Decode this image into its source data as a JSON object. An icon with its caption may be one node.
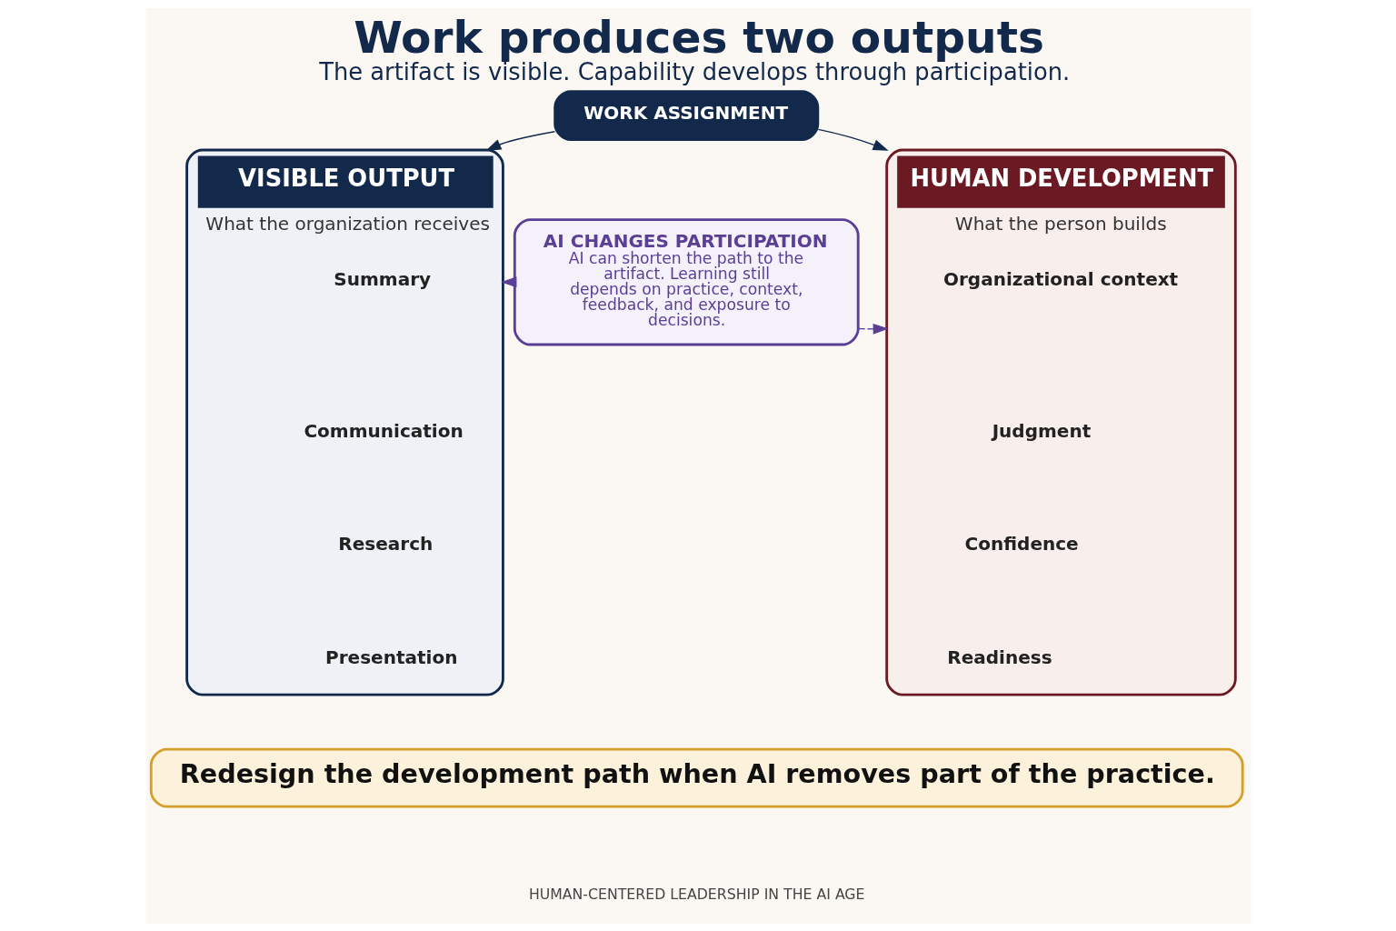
{
  "diagram": {
    "title": "Work produces two outputs",
    "caption": "The artifact is visible. Capability develops through participation.",
    "nodes": [
      {
        "text": [
          "WORK ASSIGNMENT"
        ]
      },
      {
        "text": [
          "VISIBLE OUTPUT",
          "What the organization receives"
        ]
      },
      {
        "text": [
          "Summary"
        ],
        "in": 1
      },
      {
        "text": [
          "Communication"
        ],
        "in": 1
      },
      {
        "text": [
          "Research"
        ],
        "in": 1
      },
      {
        "text": [
          "Presentation"
        ],
        "in": 1
      },
      {
        "text": [
          "AI CHANGES PARTICIPATION",
          "AI can shorten the path to the artifact. Learning still depends on practice, context, feedback, and exposure to decisions."
        ]
      },
      {
        "text": [
          "HUMAN DEVELOPMENT",
          "What the person builds"
        ]
      },
      {
        "text": [
          "Organizational context"
        ],
        "in": 7
      },
      {
        "text": [
          "Judgment"
        ],
        "in": 7
      },
      {
        "text": [
          "Confidence"
        ],
        "in": 7
      },
      {
        "text": [
          "Readiness"
        ],
        "in": 7
      },
      {
        "text": [
          "Redesign the development path when AI removes part of the practice."
        ]
      }
    ],
    "edges": [
      {
        "from": 0,
        "to": 1,
        "arrow": "to"
      },
      {
        "from": 0,
        "to": 7,
        "arrow": "to"
      },
      {
        "from": 6,
        "to": 1,
        "arrow": "to",
        "style": "dashed",
        "color": "#5b3f96"
      },
      {
        "from": 6,
        "to": 7,
        "arrow": "to",
        "style": "dashed",
        "color": "#5b3f96"
      }
    ],
    "labels": [
      "HUMAN-CENTERED LEADERSHIP IN THE AI AGE"
    ]
  }
}
